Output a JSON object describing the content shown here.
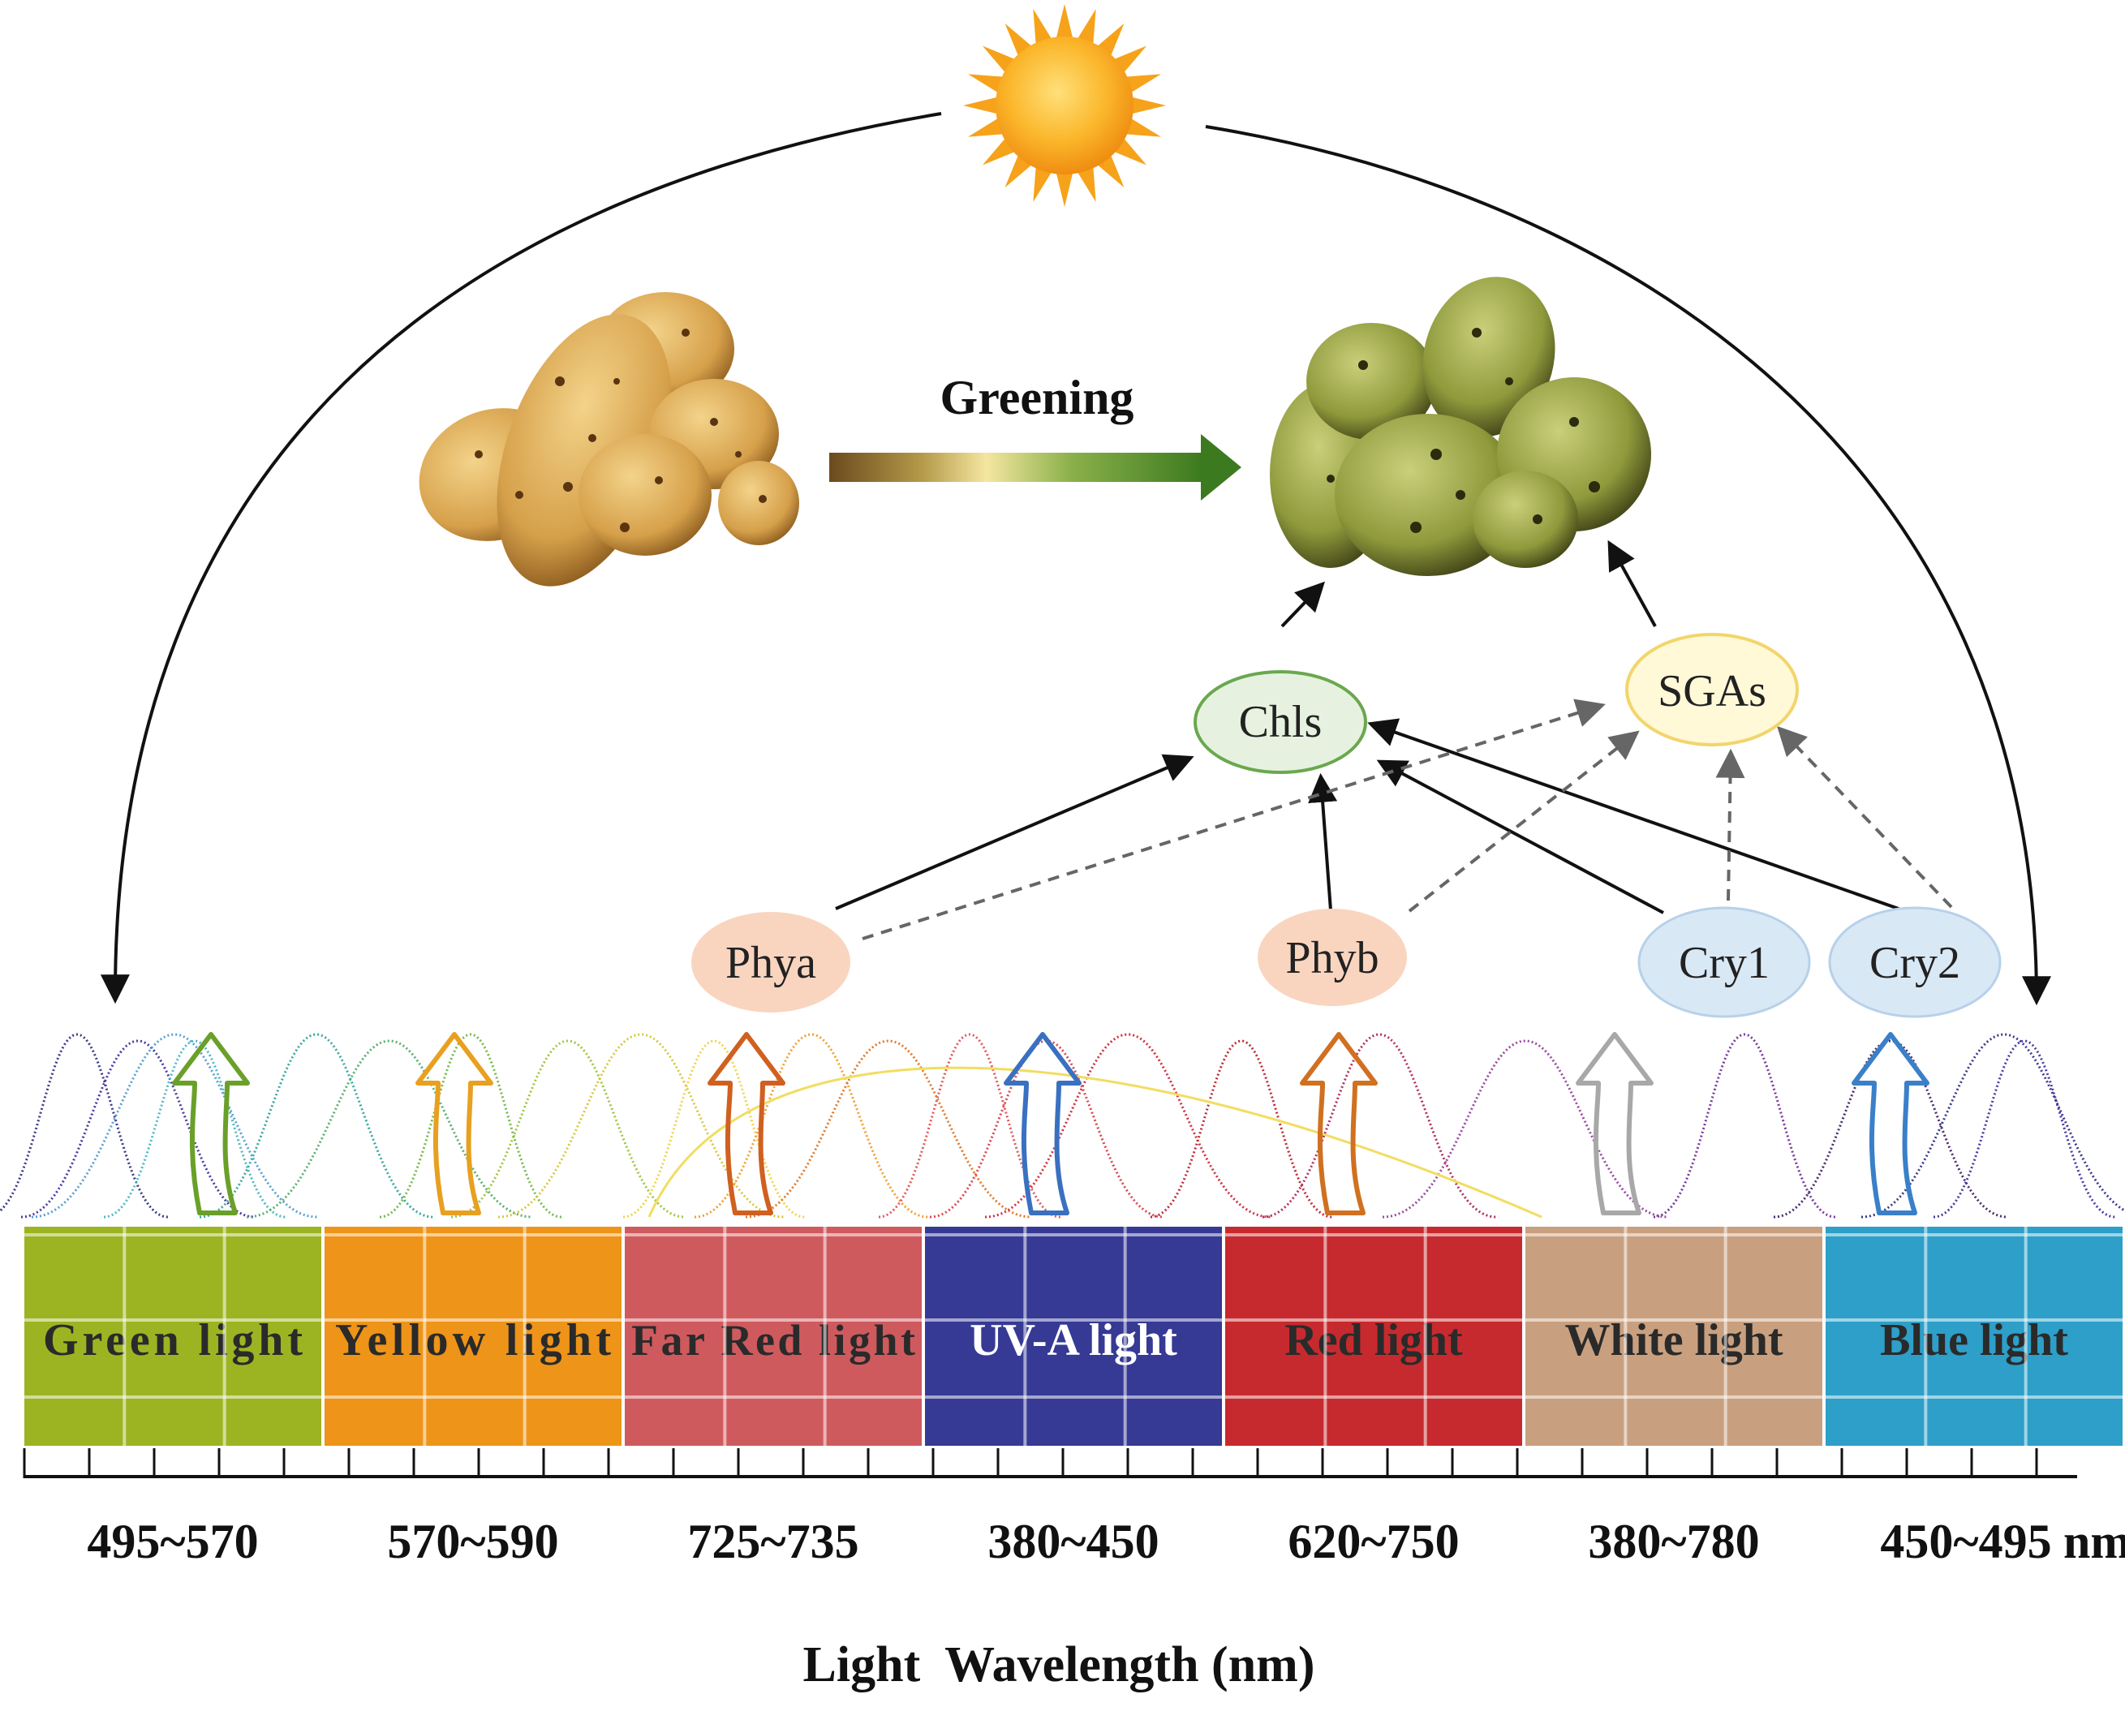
{
  "greening_label": "Greening",
  "nodes": {
    "chls": "Chls",
    "sgas": "SGAs",
    "phya": "Phya",
    "phyb": "Phyb",
    "cry1": "Cry1",
    "cry2": "Cry2"
  },
  "bands": [
    {
      "label": "Green light",
      "range": "495~570",
      "color": "#9cb422"
    },
    {
      "label": "Yellow light",
      "range": "570~590",
      "color": "#ee9418"
    },
    {
      "label": "Far Red light",
      "range": "725~735",
      "color": "#cf5a5e"
    },
    {
      "label": "UV-A light",
      "range": "380~450",
      "color": "#363a94"
    },
    {
      "label": "Red light",
      "range": "620~750",
      "color": "#c62a2e"
    },
    {
      "label": "White light",
      "range": "380~780",
      "color": "#c9a07f"
    },
    {
      "label": "Blue light",
      "range": "450~495",
      "color": "#2d9fc8"
    }
  ],
  "unit": "nm",
  "axis_title": "Light  Wavelength (nm)",
  "colors": {
    "chls_fill": "#e6f2df",
    "chls_stroke": "#6aa84f",
    "sgas_fill": "#fff9d8",
    "sgas_stroke": "#f2d56b",
    "phy_fill": "#f9d5c0",
    "cry_fill": "#d9e8f5",
    "cry_stroke": "#b7d1ea",
    "sun": "#f6a21a"
  }
}
